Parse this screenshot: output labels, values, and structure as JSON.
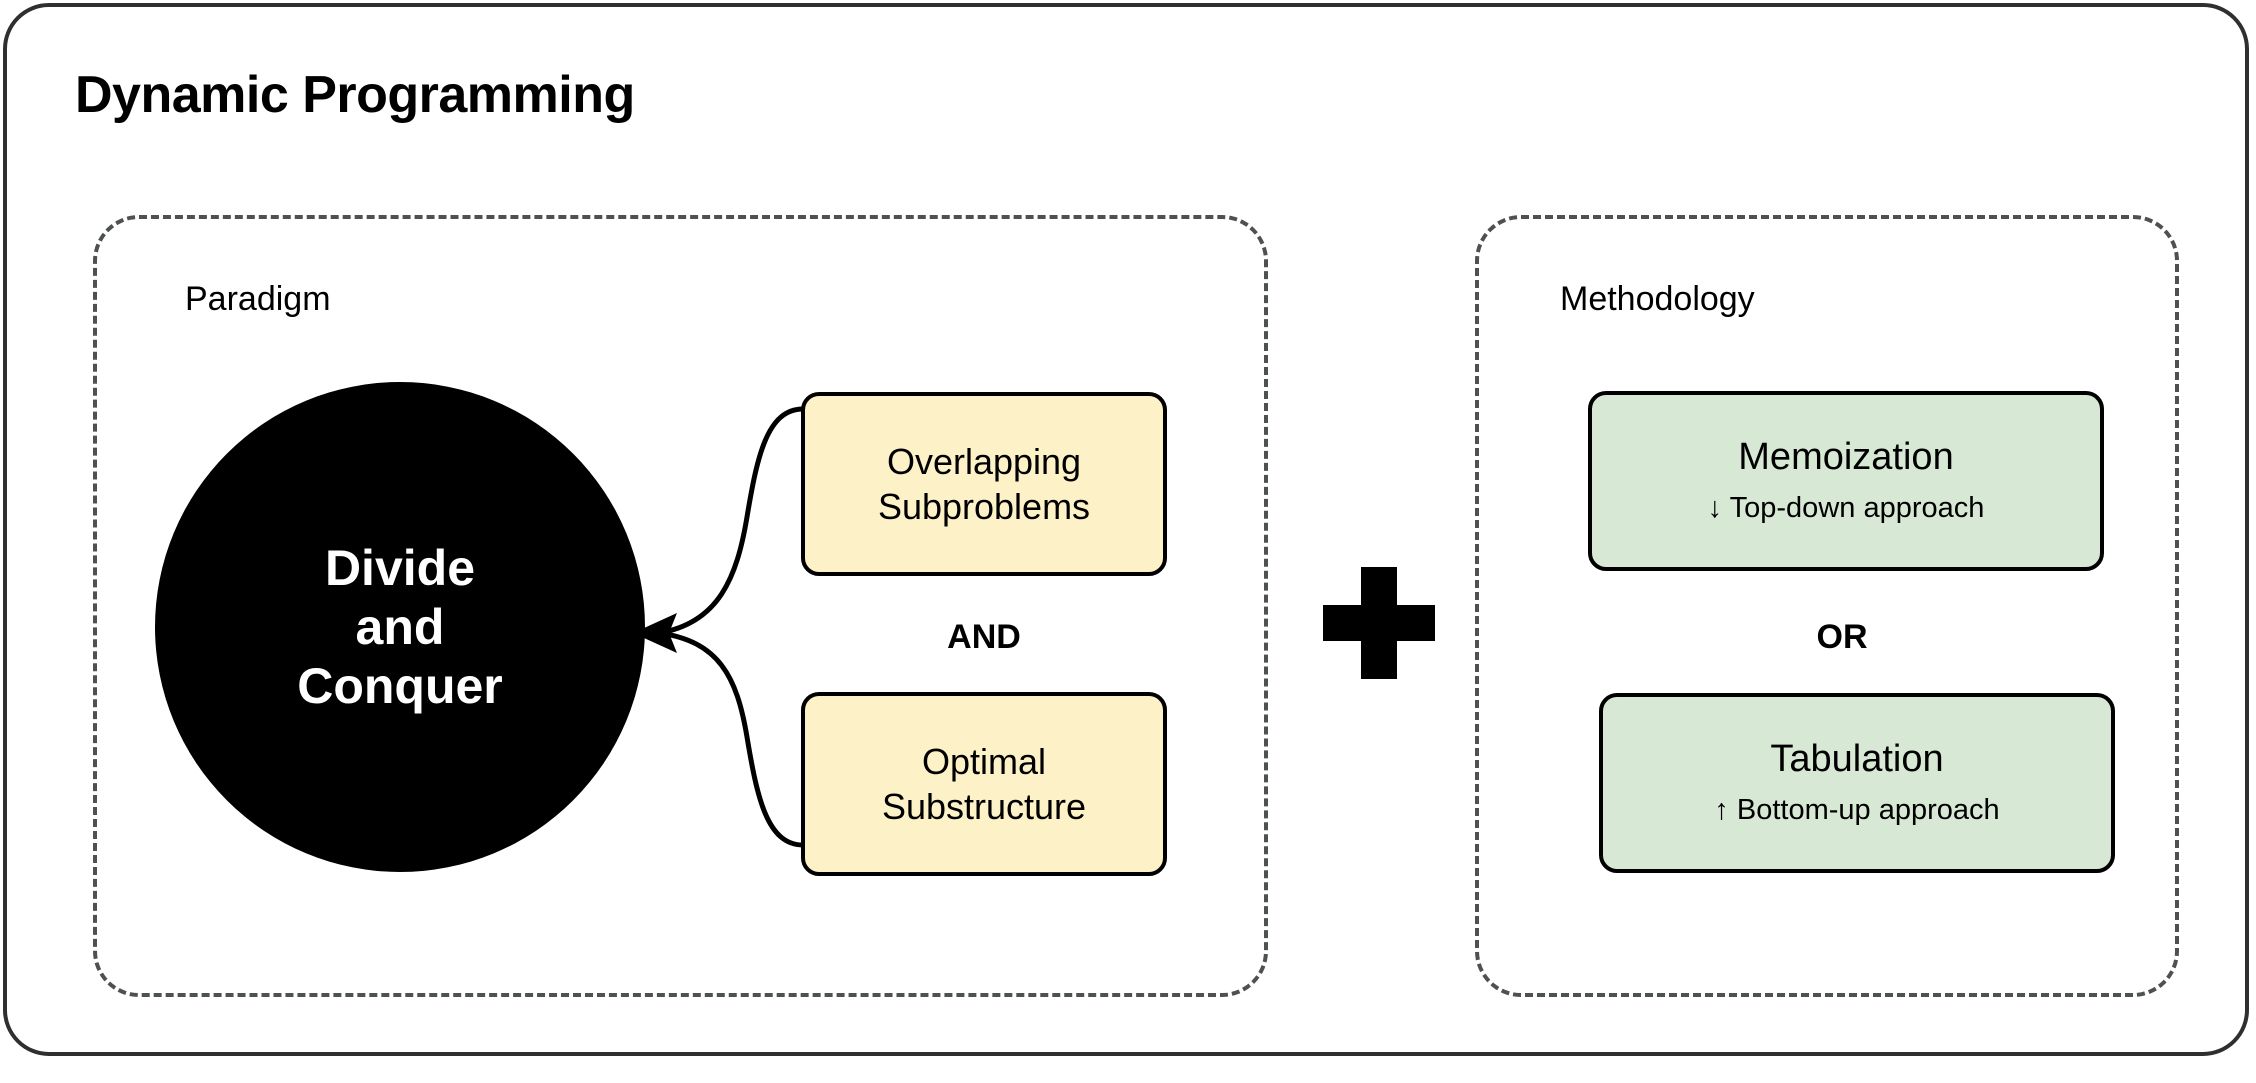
{
  "diagram": {
    "title": "Dynamic Programming",
    "groups": {
      "paradigm": {
        "label": "Paradigm",
        "core_node": "Divide\nand\nConquer",
        "connector_label": "AND",
        "properties": [
          {
            "text": "Overlapping\nSubproblems"
          },
          {
            "text": "Optimal\nSubstructure"
          }
        ],
        "arrow": "two-curves-merging-into-single-arrowhead"
      },
      "methodology": {
        "label": "Methodology",
        "connector_label": "OR",
        "methods": [
          {
            "title": "Memoization",
            "subtitle": "↓ Top-down approach"
          },
          {
            "title": "Tabulation",
            "subtitle": "↑ Bottom-up approach"
          }
        ]
      }
    },
    "junction_operator": "+",
    "colors": {
      "outer_border": "#2f2f2f",
      "group_border": "#4d5250",
      "core_node_fill": "#000000",
      "core_node_text": "#ffffff",
      "property_fill": "#fdf2c7",
      "property_border": "#000000",
      "method_fill": "#d7e9d5",
      "method_border": "#000000",
      "background": "#ffffff"
    }
  }
}
